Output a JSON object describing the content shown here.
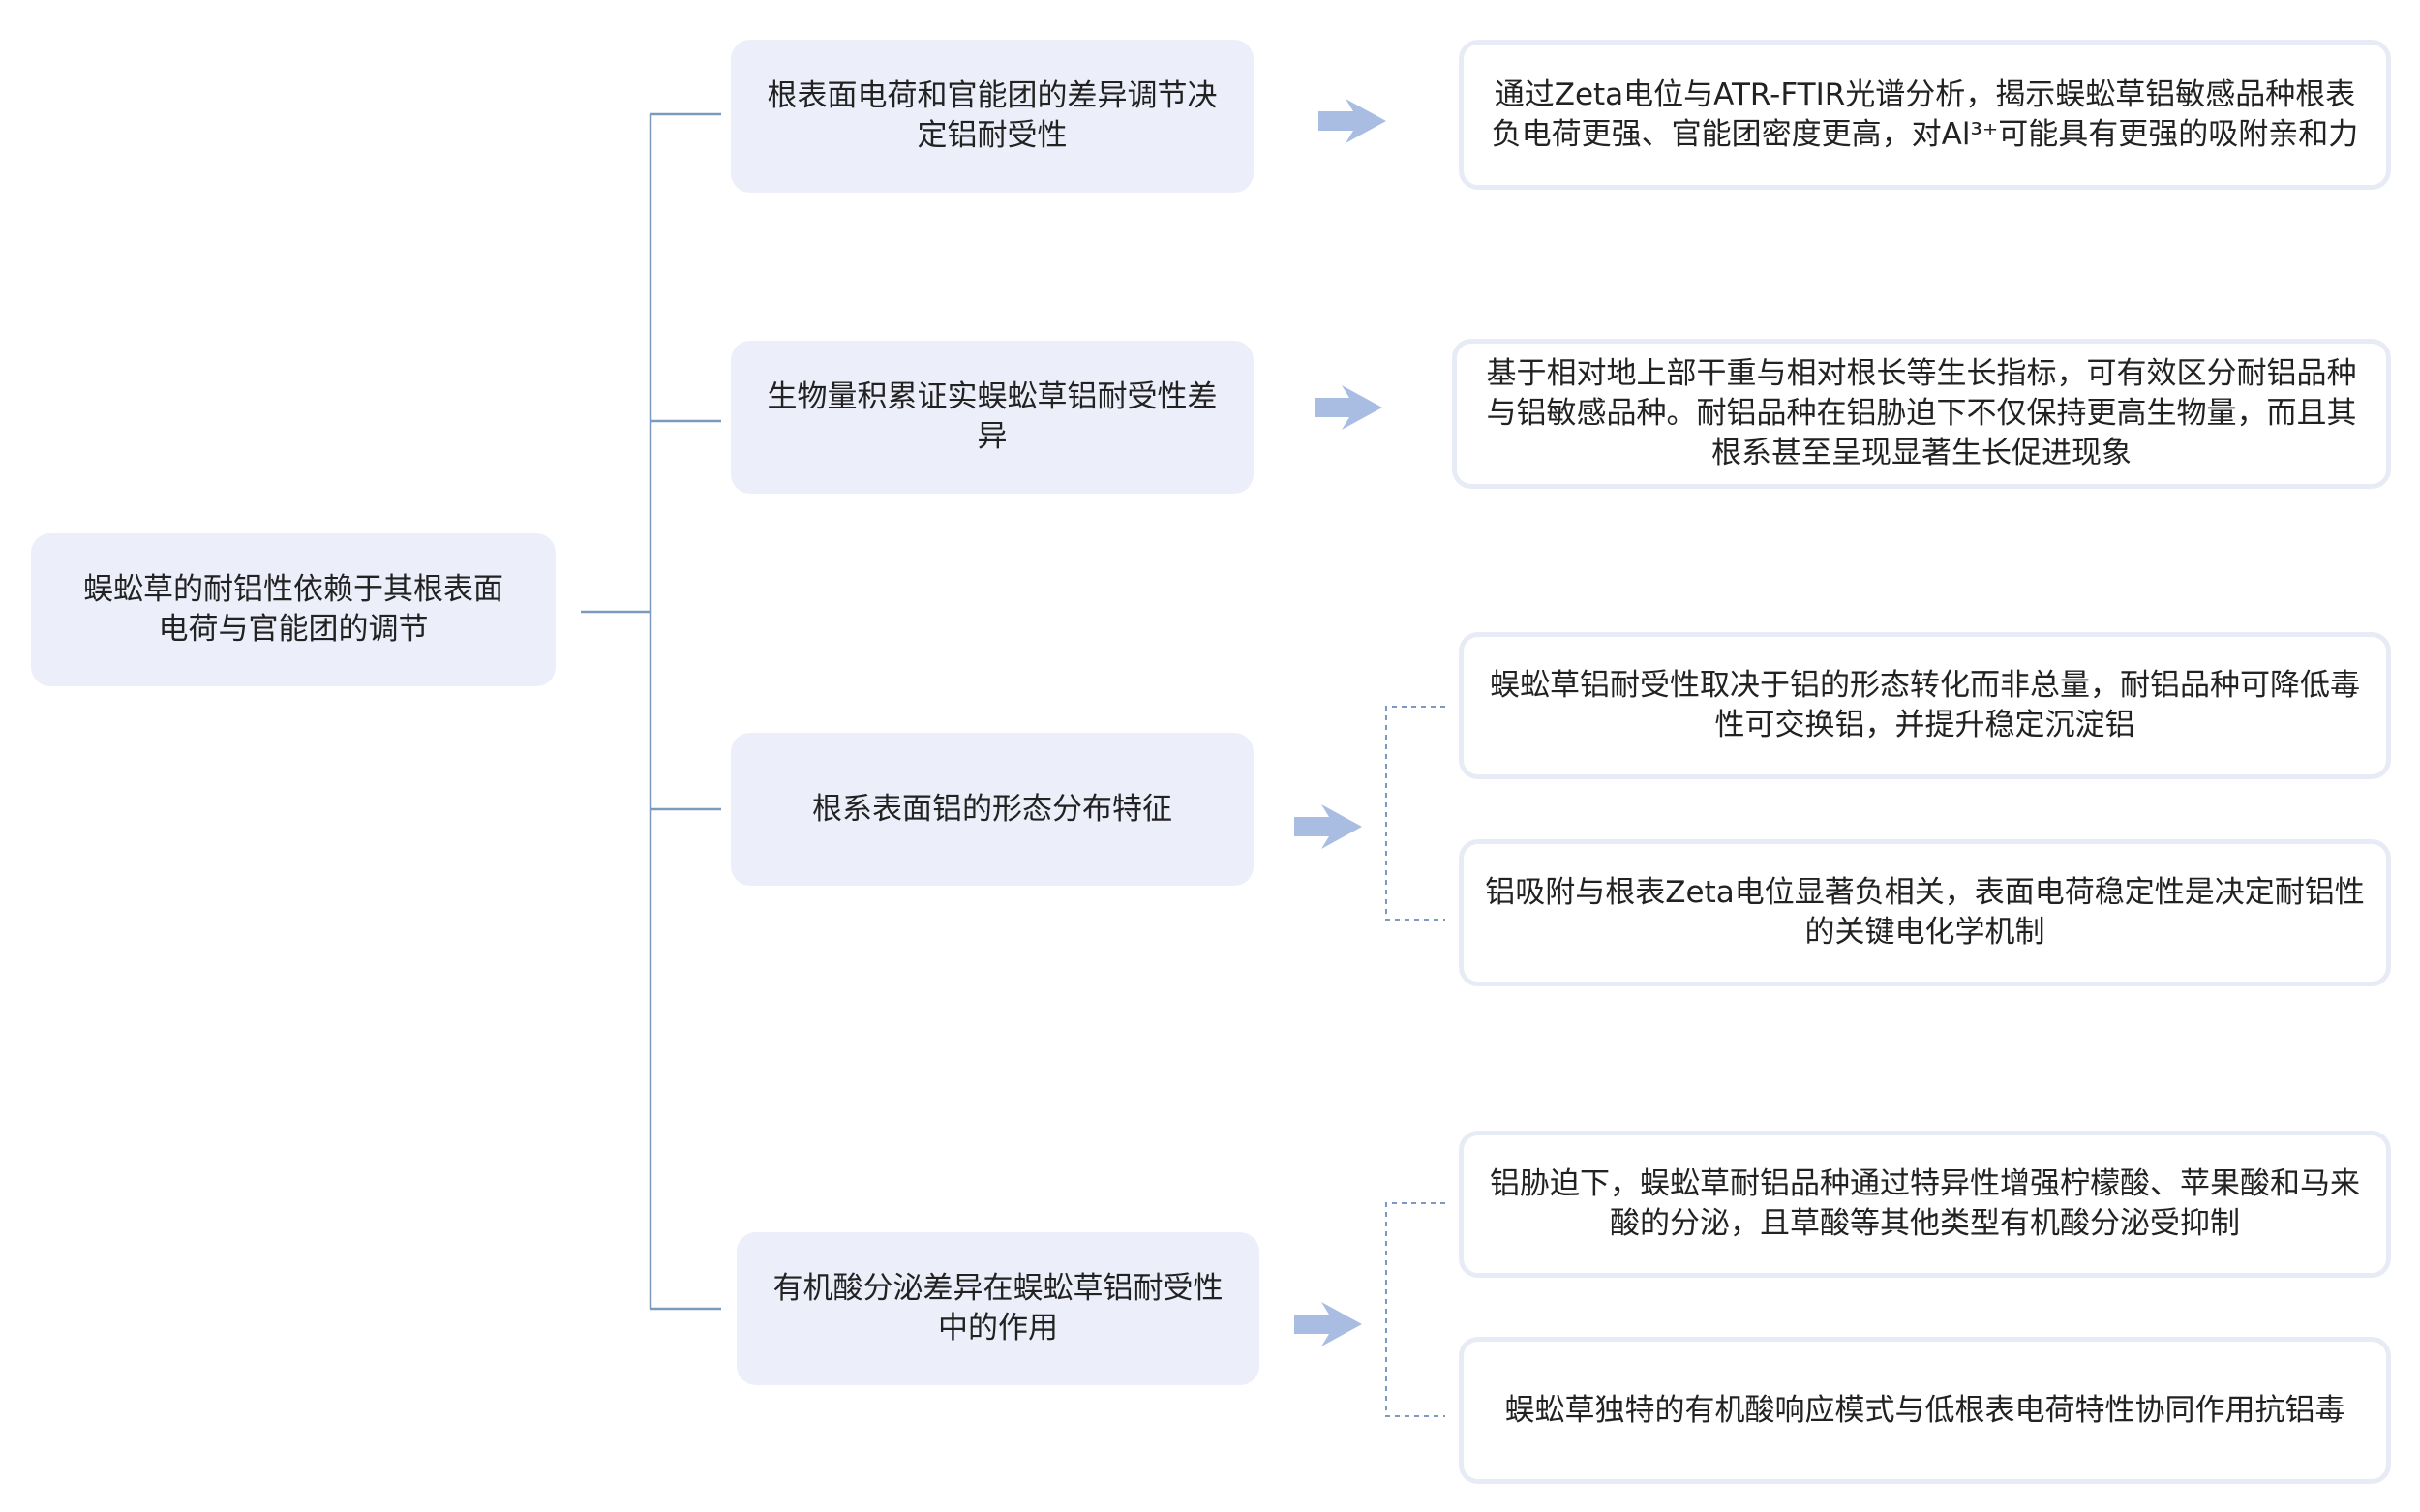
{
  "root": {
    "text": "蜈蚣草的耐铝性依赖于其根表面电荷与官能团的调节"
  },
  "branches": [
    {
      "title": "根表面电荷和官能团的差异调节决定铝耐受性",
      "details": [
        "通过Zeta电位与ATR-FTIR光谱分析，揭示蜈蚣草铝敏感品种根表负电荷更强、官能团密度更高，对Al³⁺可能具有更强的吸附亲和力"
      ]
    },
    {
      "title": "生物量积累证实蜈蚣草铝耐受性差异",
      "details": [
        "基于相对地上部干重与相对根长等生长指标，可有效区分耐铝品种与铝敏感品种。耐铝品种在铝胁迫下不仅保持更高生物量，而且其根系甚至呈现显著生长促进现象"
      ]
    },
    {
      "title": "根系表面铝的形态分布特征",
      "details": [
        "蜈蚣草铝耐受性取决于铝的形态转化而非总量，耐铝品种可降低毒性可交换铝，并提升稳定沉淀铝",
        "铝吸附与根表Zeta电位显著负相关，表面电荷稳定性是决定耐铝性的关键电化学机制"
      ]
    },
    {
      "title": "有机酸分泌差异在蜈蚣草铝耐受性中的作用",
      "details": [
        "铝胁迫下，蜈蚣草耐铝品种通过特异性增强柠檬酸、苹果酸和马来酸的分泌，且草酸等其他类型有机酸分泌受抑制",
        "蜈蚣草独特的有机酸响应模式与低根表电荷特性协同作用抗铝毒"
      ]
    }
  ],
  "colors": {
    "box_fill": "#eceff9",
    "detail_border": "#e7ebf6",
    "connector": "#7a9bbf",
    "arrow": "#a9bde3"
  },
  "icons": {
    "arrow": "right-arrow-icon"
  }
}
